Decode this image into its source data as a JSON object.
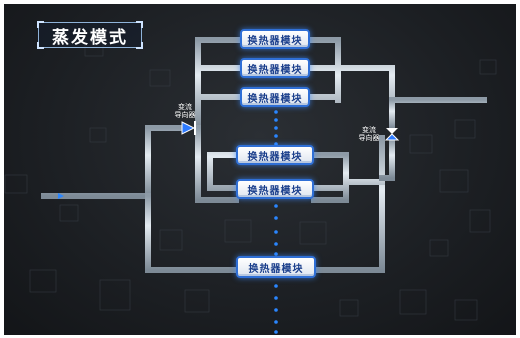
{
  "title": "蒸发模式",
  "module_label": "换热器模块",
  "valve": {
    "line1": "变流",
    "line2": "导向器"
  },
  "colors": {
    "pipe": "#c9d3dc",
    "pipe_edge": "#8d9aa6",
    "module_border": "#2f6fd6",
    "flow_dot": "#1f7fff"
  }
}
